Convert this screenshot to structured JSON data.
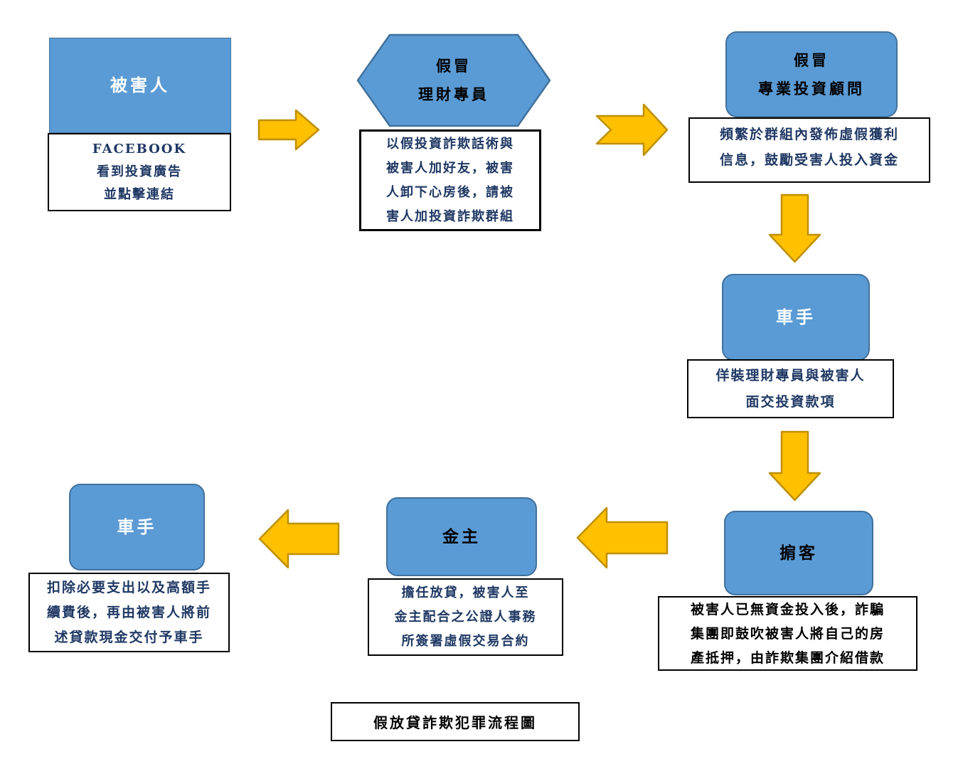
{
  "diagram": {
    "title_label": "假放貸詐欺犯罪流程圖",
    "colors": {
      "node_fill": "#5B9BD5",
      "node_border": "#41719C",
      "arrow_fill": "#FFC000",
      "arrow_border": "#BF9000",
      "description_text": "#1F3864",
      "black_text": "#000000"
    },
    "nodes": {
      "victim": {
        "label": "被害人",
        "desc_lines": [
          "FACEBOOK",
          "看到投資廣告",
          "並點擊連結"
        ]
      },
      "fake_financial_specialist": {
        "label_lines": [
          "假冒",
          "理財專員"
        ],
        "desc_lines": [
          "以假投資詐欺話術與",
          "被害人加好友，被害",
          "人卸下心房後，請被",
          "害人加投資詐欺群組"
        ]
      },
      "fake_investment_advisor": {
        "label_lines": [
          "假冒",
          "專業投資顧問"
        ],
        "desc_lines": [
          "頻繁於群組內發佈虛假獲利",
          "信息，鼓勵受害人投入資金"
        ]
      },
      "money_mule_top": {
        "label": "車手",
        "desc_lines": [
          "佯裝理財專員與被害人",
          "面交投資款項"
        ]
      },
      "broker": {
        "label": "掮客",
        "desc_lines": [
          "被害人已無資金投入後，詐騙",
          "集團即鼓吹被害人將自己的房",
          "產抵押，由詐欺集團介紹借款"
        ]
      },
      "financier": {
        "label": "金主",
        "desc_lines": [
          "擔任放貸，被害人至",
          "金主配合之公證人事務",
          "所簽署虛假交易合約"
        ]
      },
      "money_mule_bottom": {
        "label": "車手",
        "desc_lines": [
          "扣除必要支出以及高額手",
          "續費後，再由被害人將前",
          "述貸款現金交付予車手"
        ]
      }
    }
  }
}
